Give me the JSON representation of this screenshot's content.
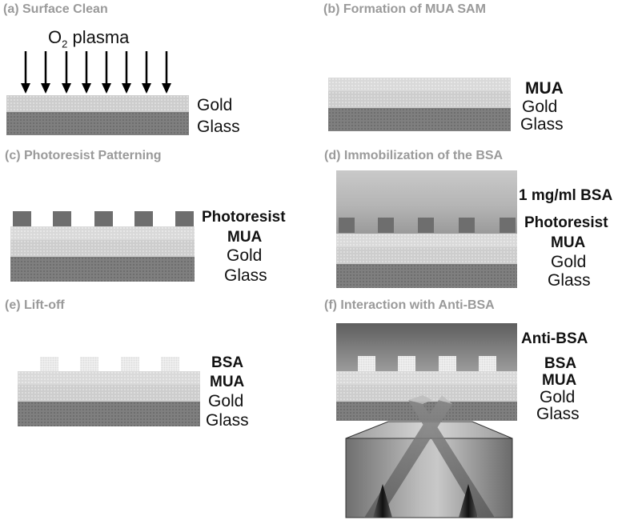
{
  "panels": {
    "a": {
      "title": "(a) Surface Clean",
      "plasma_label_main": "O",
      "plasma_label_sub": "2",
      "plasma_label_tail": " plasma",
      "layers": [
        "Gold",
        "Glass"
      ]
    },
    "b": {
      "title": "(b) Formation of MUA SAM",
      "layers": [
        "MUA",
        "Gold",
        "Glass"
      ]
    },
    "c": {
      "title": "(c) Photoresist Patterning",
      "layers": [
        "Photoresist",
        "MUA",
        "Gold",
        "Glass"
      ]
    },
    "d": {
      "title": "(d) Immobilization of the BSA",
      "layers": [
        "1 mg/ml BSA",
        "Photoresist",
        "MUA",
        "Gold",
        "Glass"
      ]
    },
    "e": {
      "title": "(e) Lift-off",
      "layers": [
        "BSA",
        "MUA",
        "Gold",
        "Glass"
      ]
    },
    "f": {
      "title": "(f) Interaction with Anti-BSA",
      "layers": [
        "Anti-BSA",
        "BSA",
        "MUA",
        "Gold",
        "Glass"
      ]
    }
  },
  "colors": {
    "title_gray": "#9a9a9a",
    "glass": "#7f7f7f",
    "gold": "#cdcdcd",
    "mua": "#d9d9d9",
    "photoresist": "#6e6e6e",
    "bsa_block": "#efefef",
    "arrow": "#000000"
  },
  "icons": {
    "plasma_arrows": "down-arrow-icon",
    "prism": "prism-icon",
    "light_beams": "light-beam-icon"
  }
}
